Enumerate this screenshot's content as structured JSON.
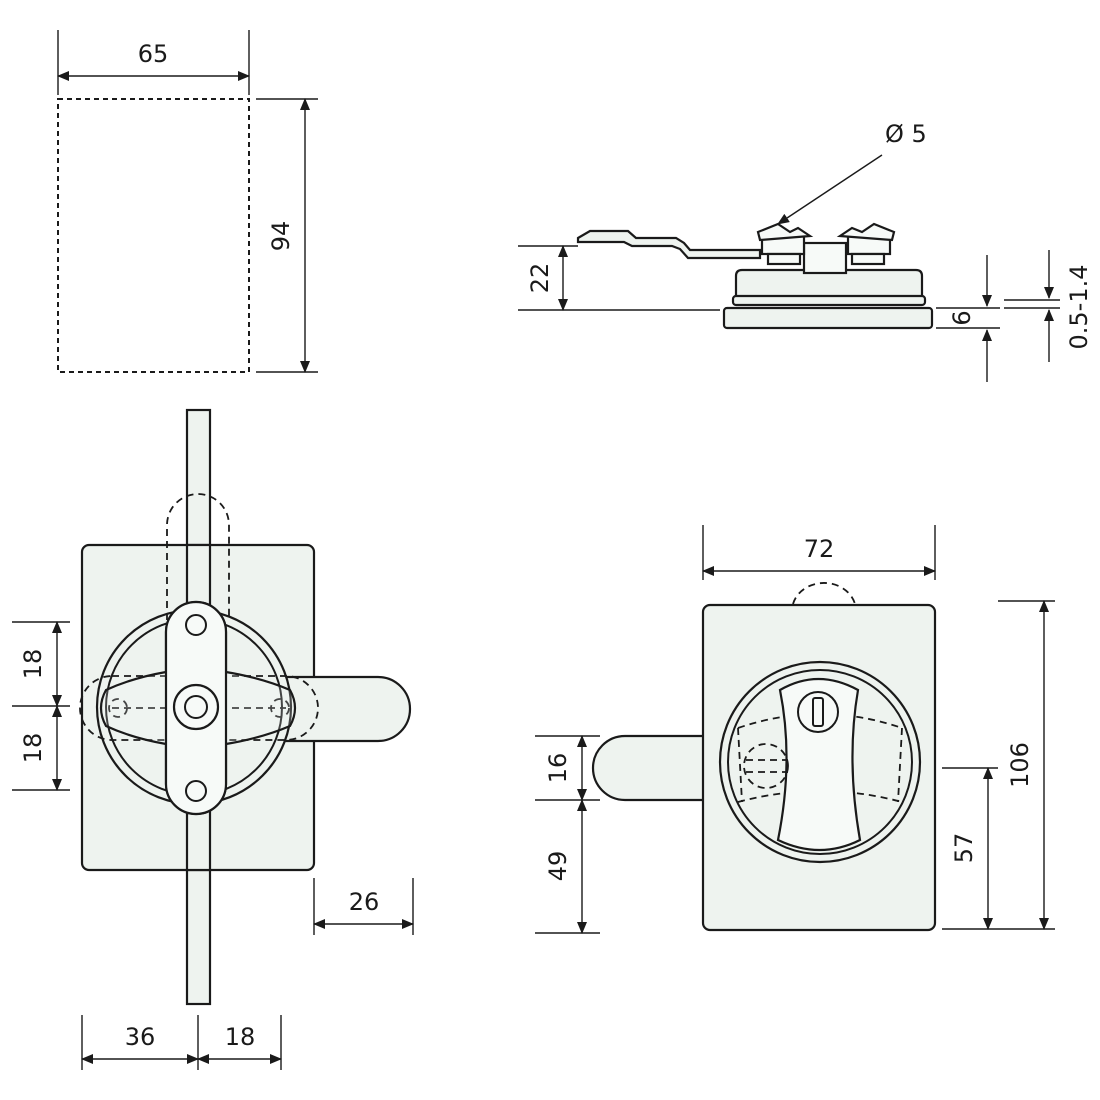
{
  "drawing": {
    "cutout": {
      "width": "65",
      "height": "94"
    },
    "side_view": {
      "hole_diameter": "Ø 5",
      "arm_height": "22",
      "body_height": "6",
      "panel_thickness": "0.5-1.4"
    },
    "front_view": {
      "upper_offset": "18",
      "lower_offset": "18",
      "handle_projection": "26",
      "left_width": "36",
      "right_width": "18"
    },
    "back_view": {
      "width": "72",
      "height": "106",
      "center_height": "57",
      "bar_height": "16",
      "bar_offset": "49"
    }
  }
}
